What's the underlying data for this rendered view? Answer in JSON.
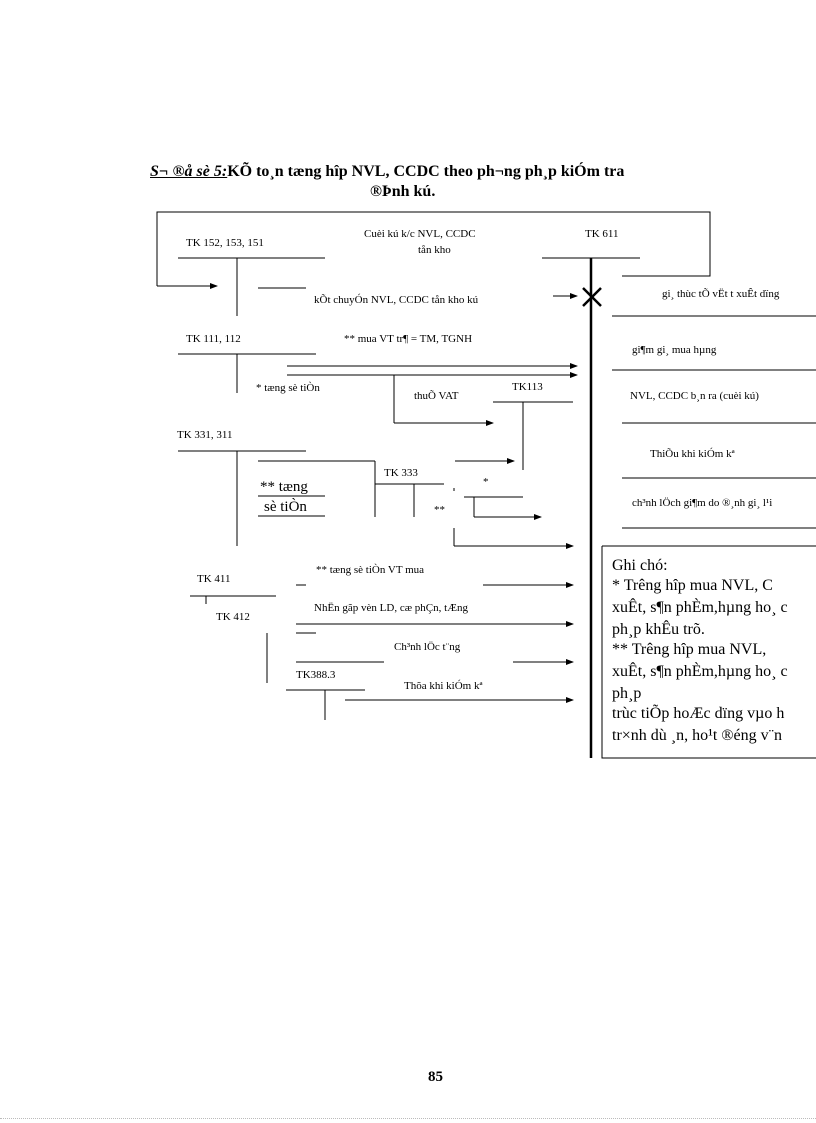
{
  "title": {
    "prefix": "S¬ ®å sè 5:",
    "line1": "KÕ to¸n tæng hîp NVL, CCDC theo ph­¬ng  ph¸p kiÓm tra",
    "line2": "®Þnh kú."
  },
  "labels": {
    "tk152": "TK 152, 153, 151",
    "cuoi_ky": "Cuèi kú k/c NVL,  CCDC",
    "ton_kho": "tån kho",
    "tk611": "TK 611",
    "ket_chuyen": "kÕt chuyÓn NVL,  CCDC  tån kho kú",
    "gia_thuc_te": "gi¸ thùc tÕ vËt  t   xuÊt  dïng",
    "tk111": "TK 111, 112",
    "mua_vt": "** mua VT  tr¶ = TM, TGNH",
    "giam_gia": "gi¶m gi¸ mua hµng",
    "tong_so_tien": "* tæng sè tiÒn",
    "thue_vat": "thuÕ VAT",
    "tk113": "TK113",
    "nvl_ban_ra": "NVL,  CCDC  b¸n ra (cuèi kú)",
    "tk331": "TK 331,  311",
    "thieu_khi": "ThiÕu khi kiÓm  kª",
    "tk333": "TK 333",
    "tong_big_1": "** tæng",
    "tong_big_2": "sè tiÒn",
    "star": "*",
    "dstar": "**",
    "chenh_lech_giam": "ch³nh lÖch gi¶m do ®¸nh gi¸ l¹i",
    "tong_so_tien_vt": "** tæng sè tiÒn VT  mua",
    "tk411": "TK 411",
    "nhan_gop": "NhËn gãp vèn LD,  cæ phÇn, tÆng",
    "tk412": "TK 412",
    "chenh_lech_tang": "Ch³nh lÖc t¨ng",
    "tk3883": "TK388.3",
    "thua_khi": "Thõa khi kiÓm  kª"
  },
  "note": {
    "heading": "Ghi chó:",
    "lines": [
      "  * Tr­êng  hîp mua NVL, C",
      "xuÊt, s¶n phÈm,hµng ho¸ c",
      "ph¸p khÊu trõ.",
      "  ** Tr­êng  hîp mua NVL,",
      "xuÊt, s¶n phÈm,hµng ho¸ c",
      "ph¸p",
      "trùc tiÕp hoÆc dïng vµo h",
      "tr×nh dù ¸n, ho¹t ®éng v¨n"
    ]
  },
  "page_number": "85"
}
